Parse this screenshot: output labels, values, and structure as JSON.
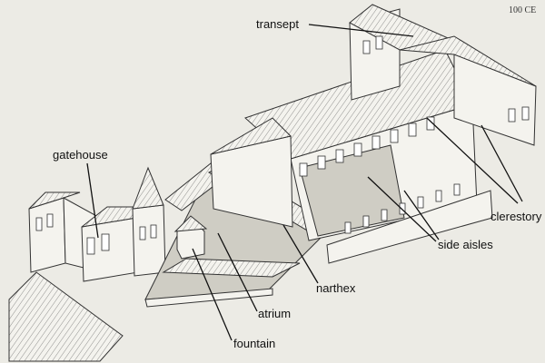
{
  "corner_label": "100 CE",
  "labels": {
    "transept": "transept",
    "gatehouse": "gatehouse",
    "clerestory": "clerestory",
    "side_aisles": "side aisles",
    "narthex": "narthex",
    "atrium": "atrium",
    "fountain": "fountain"
  }
}
